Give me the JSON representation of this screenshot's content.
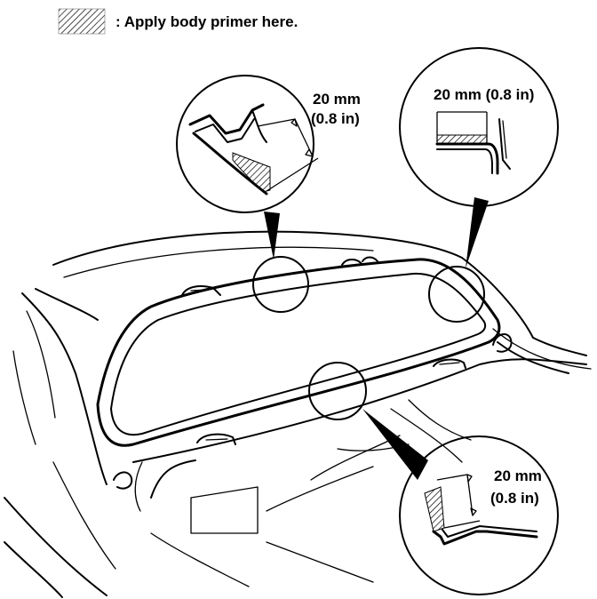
{
  "legend": {
    "text": ": Apply body primer here.",
    "swatch_icon": "hatched-swatch"
  },
  "callouts": {
    "upper_left": {
      "dimension_mm": "20 mm",
      "dimension_in": "(0.8 in)"
    },
    "upper_right": {
      "dimension_label": "20 mm (0.8 in)"
    },
    "lower_right": {
      "dimension_mm": "20 mm",
      "dimension_in": "(0.8 in)"
    }
  },
  "colors": {
    "line": "#000000",
    "background": "#ffffff"
  }
}
